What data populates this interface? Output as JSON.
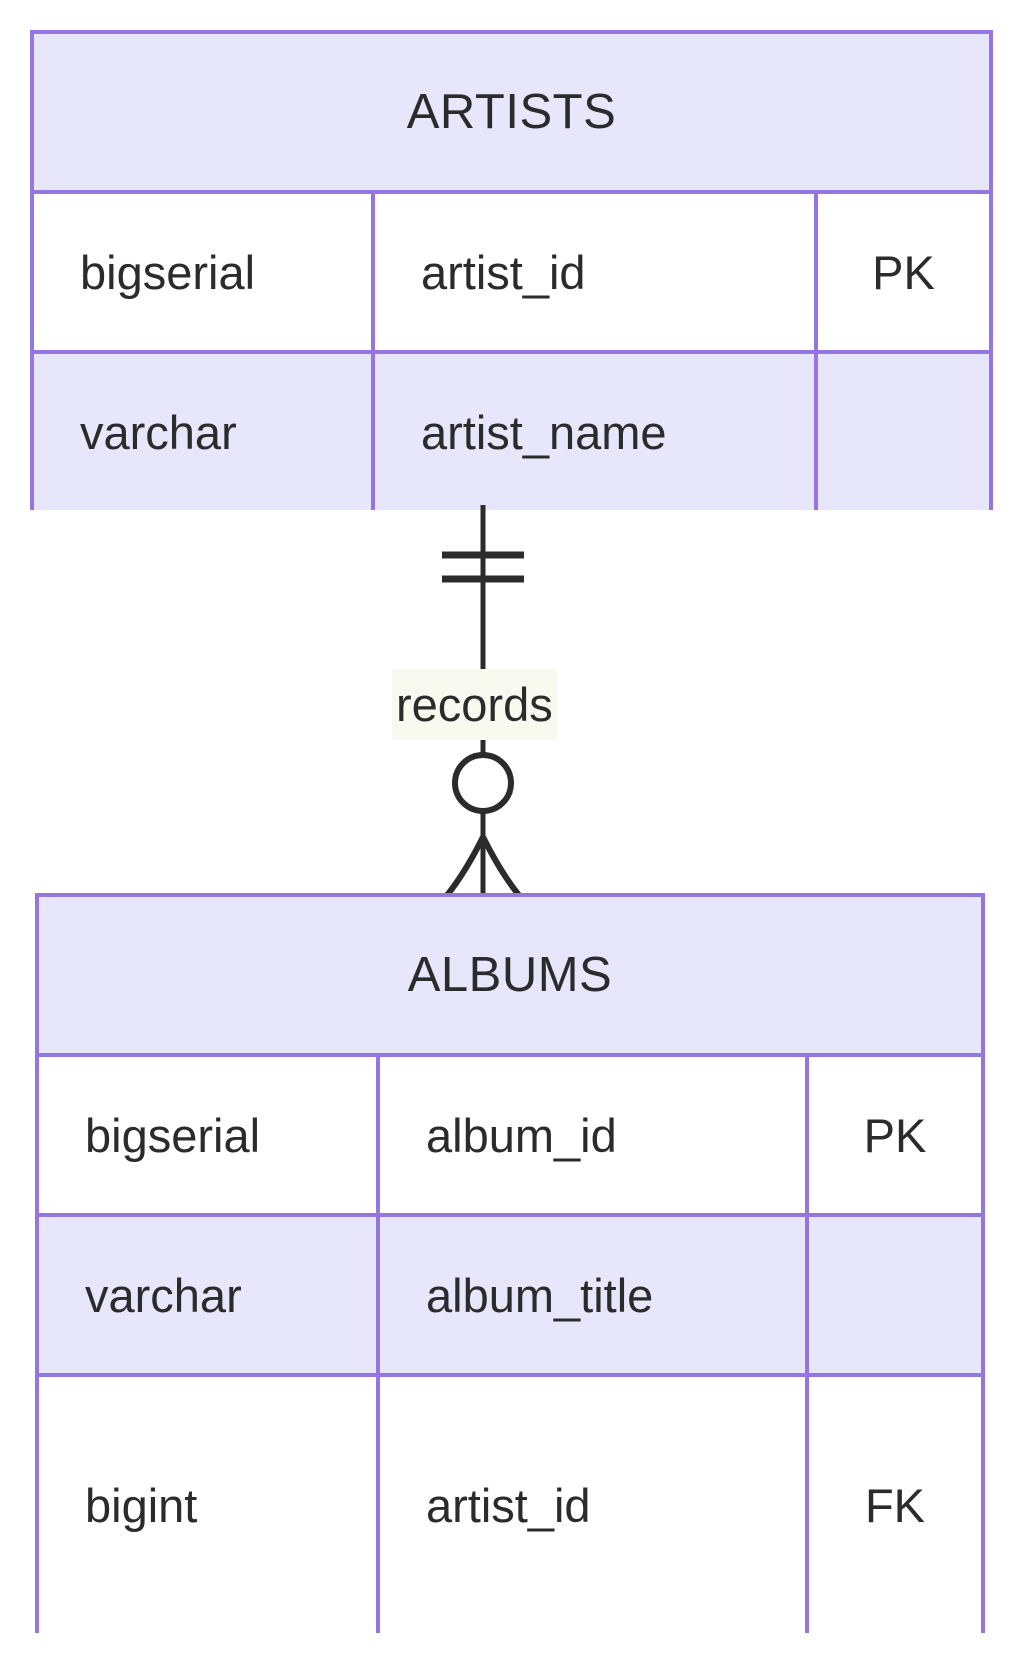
{
  "diagram": {
    "type": "entity-relationship-diagram",
    "notation": "crows-foot",
    "colors": {
      "entity_border": "#9575e0",
      "entity_header_fill": "#e8e6fb",
      "entity_row_alt_fill": "#e8e6fb",
      "entity_row_fill": "#ffffff",
      "text": "#2b2b2b",
      "connector": "#2b2b2b",
      "label_background": "#f8faf0",
      "canvas": "#ffffff"
    },
    "entities": [
      {
        "name": "ARTISTS",
        "attributes": [
          {
            "type": "bigserial",
            "name": "artist_id",
            "key": "PK"
          },
          {
            "type": "varchar",
            "name": "artist_name",
            "key": ""
          }
        ]
      },
      {
        "name": "ALBUMS",
        "attributes": [
          {
            "type": "bigserial",
            "name": "album_id",
            "key": "PK"
          },
          {
            "type": "varchar",
            "name": "album_title",
            "key": ""
          },
          {
            "type": "bigint",
            "name": "artist_id",
            "key": "FK"
          }
        ]
      }
    ],
    "relationships": [
      {
        "label": "records",
        "from": "ARTISTS",
        "to": "ALBUMS",
        "from_cardinality": "exactly-one",
        "to_cardinality": "zero-or-many"
      }
    ]
  }
}
